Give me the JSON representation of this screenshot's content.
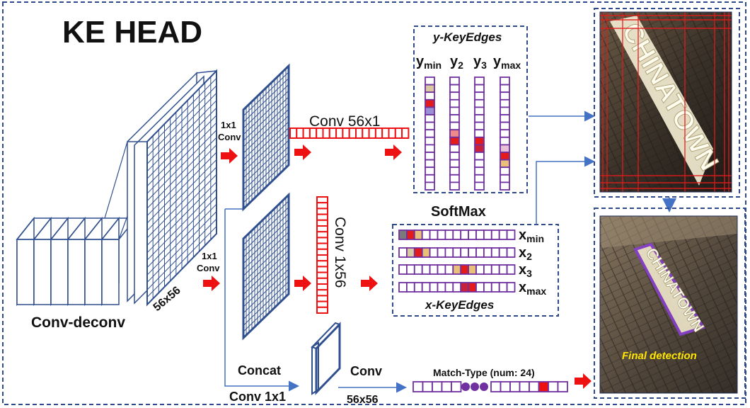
{
  "title": "KE HEAD",
  "labels": {
    "conv_deconv": "Conv-deconv",
    "size_56": "56x56",
    "conv1x1_top": [
      "1x1",
      "Conv"
    ],
    "conv1x1_mid": [
      "1x1",
      "Conv"
    ],
    "conv_56x1": "Conv 56x1",
    "conv_1x56": "Conv 1x56",
    "softmax": "SoftMax",
    "y_keyedges": "y-KeyEdges",
    "x_keyedges": "x-KeyEdges",
    "concat": "Concat",
    "conv_1x1_bottom": "Conv 1x1",
    "conv_bottom": "Conv",
    "size_56_bottom": "56x56",
    "match_type": "Match-Type (num: 24)",
    "final_detection": "Final detection"
  },
  "y_columns": [
    {
      "base": "y",
      "sub": "min"
    },
    {
      "base": "y",
      "sub": "2"
    },
    {
      "base": "y",
      "sub": "3"
    },
    {
      "base": "y",
      "sub": "max"
    }
  ],
  "x_rows": [
    {
      "base": "x",
      "sub": "min"
    },
    {
      "base": "x",
      "sub": "2"
    },
    {
      "base": "x",
      "sub": "3"
    },
    {
      "base": "x",
      "sub": "max"
    }
  ],
  "photo": {
    "sign_text": "CHINATOWN"
  },
  "colors": {
    "dashed_border": "#2e4a8b",
    "grid_blue": "#2f4f8f",
    "purple": "#7030a0",
    "red": "#ee1111",
    "arrow_blue": "#4472c4",
    "caption_yellow": "#ffe600"
  }
}
